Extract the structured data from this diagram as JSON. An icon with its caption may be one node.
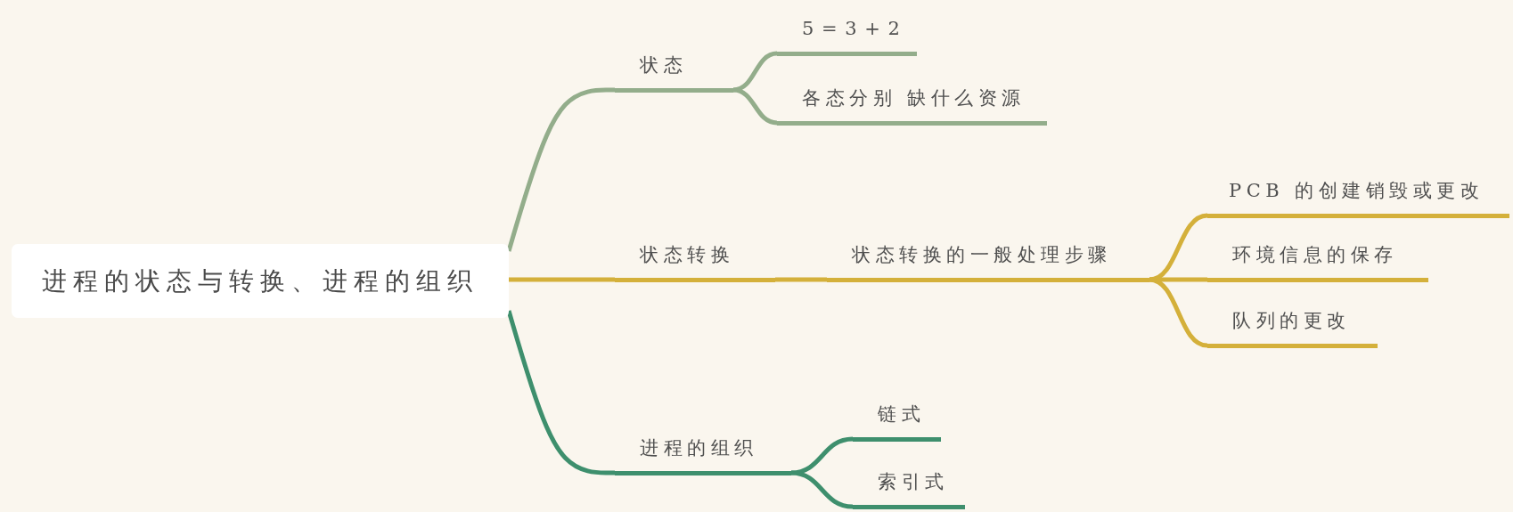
{
  "diagram": {
    "nodes": [
      {
        "text": [
          "进程的状态与转换、进程的组织"
        ]
      },
      {
        "text": [
          "状态"
        ]
      },
      {
        "text": [
          "5 = 3 + 2"
        ]
      },
      {
        "text": [
          "各态分别 缺什么资源"
        ]
      },
      {
        "text": [
          "状态转换"
        ]
      },
      {
        "text": [
          "状态转换的一般处理步骤"
        ]
      },
      {
        "text": [
          "PCB 的创建销毁或更改"
        ]
      },
      {
        "text": [
          "环境信息的保存"
        ]
      },
      {
        "text": [
          "队列的更改"
        ]
      },
      {
        "text": [
          "进程的组织"
        ]
      },
      {
        "text": [
          "链式"
        ]
      },
      {
        "text": [
          "索引式"
        ]
      }
    ],
    "edges": [
      {
        "from": 0,
        "to": 1,
        "arrow": "none",
        "color": "#93ad8b"
      },
      {
        "from": 1,
        "to": 2,
        "arrow": "none",
        "color": "#93ad8b"
      },
      {
        "from": 1,
        "to": 3,
        "arrow": "none",
        "color": "#93ad8b"
      },
      {
        "from": 0,
        "to": 4,
        "arrow": "none"
      },
      {
        "from": 4,
        "to": 5,
        "arrow": "none"
      },
      {
        "from": 5,
        "to": 6,
        "arrow": "none"
      },
      {
        "from": 5,
        "to": 7,
        "arrow": "none"
      },
      {
        "from": 5,
        "to": 8,
        "arrow": "none"
      },
      {
        "from": 0,
        "to": 9,
        "arrow": "none",
        "color": "#3e8f6d"
      },
      {
        "from": 9,
        "to": 10,
        "arrow": "none",
        "color": "#3e8f6d"
      },
      {
        "from": 9,
        "to": 11,
        "arrow": "none",
        "color": "#3e8f6d"
      }
    ]
  }
}
